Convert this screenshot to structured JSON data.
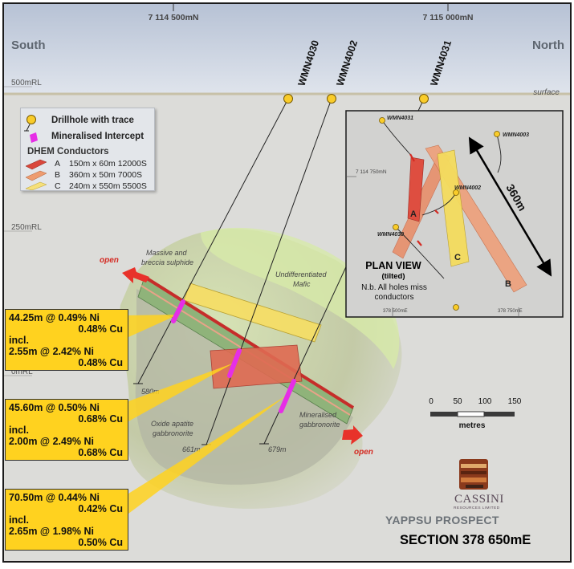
{
  "northings": [
    "7 114 500mN",
    "7 115 000mN"
  ],
  "directions": {
    "left": "South",
    "right": "North"
  },
  "rl_labels": [
    "500mRL",
    "250mRL",
    "0mRL"
  ],
  "surface_label": "surface",
  "drillholes": [
    {
      "id": "WMN4030",
      "depth": "580m"
    },
    {
      "id": "WMN4002",
      "depth": "661m"
    },
    {
      "id": "WMN4031",
      "depth": "679m"
    }
  ],
  "legend": {
    "drillhole": "Drillhole with trace",
    "intercept": "Mineralised Intercept",
    "conductors_title": "DHEM Conductors",
    "conductors": [
      {
        "letter": "A",
        "text": "150m x 60m 12000S",
        "color": "#d9473b"
      },
      {
        "letter": "B",
        "text": "360m x 50m 7000S",
        "color": "#ee9c70"
      },
      {
        "letter": "C",
        "text": "240m x 550m 5500S",
        "color": "#f6e07a"
      }
    ]
  },
  "geology": {
    "massive": "Massive and",
    "massive2": "breccia sulphide",
    "undiff": "Undifferentiated",
    "undiff2": "Mafic",
    "oxide": "Oxide apatite",
    "oxide2": "gabbronorite",
    "mineralised": "Mineralised",
    "mineralised2": "gabbronorite",
    "open": "open"
  },
  "intercepts": [
    {
      "l1": "44.25m @ 0.49%  Ni",
      "l2": "0.48% Cu",
      "l3": "incl.",
      "l4": "2.55m @ 2.42%  Ni",
      "l5": "0.48% Cu"
    },
    {
      "l1": "45.60m @ 0.50%  Ni",
      "l2": "0.68% Cu",
      "l3": "incl.",
      "l4": "2.00m @ 2.49%  Ni",
      "l5": "0.68% Cu"
    },
    {
      "l1": "70.50m @ 0.44%  Ni",
      "l2": "0.42% Cu",
      "l3": "incl.",
      "l4": "2.65m @ 1.98%  Ni",
      "l5": "0.50% Cu"
    }
  ],
  "plan_view": {
    "title": "PLAN VIEW",
    "sub": "(tilted)",
    "note1": "N.b. All holes miss",
    "note2": "conductors",
    "holes": [
      "WMN4031",
      "WMN4003",
      "WMN4002",
      "WMN4030"
    ],
    "northing": "7 114 750mN",
    "eastings": [
      "378 500mE",
      "378 750mE"
    ],
    "length": "360m",
    "plates": [
      "A",
      "B",
      "C"
    ]
  },
  "scale": {
    "ticks": [
      "0",
      "50",
      "100",
      "150"
    ],
    "unit": "metres"
  },
  "logo": {
    "name": "CASSINI",
    "sub": "RESOURCES LIMITED"
  },
  "title": "YAPPSU PROSPECT",
  "subtitle": "SECTION 378 650mE",
  "colors": {
    "sky": "#c9d3e2",
    "ground": "#dcdcd9",
    "mafic": "#d3e7a6",
    "gabbro": "#7fa96b",
    "sulphide": "#c62d2a",
    "intercept": "#e62ee6",
    "box": "#ffd21f"
  }
}
